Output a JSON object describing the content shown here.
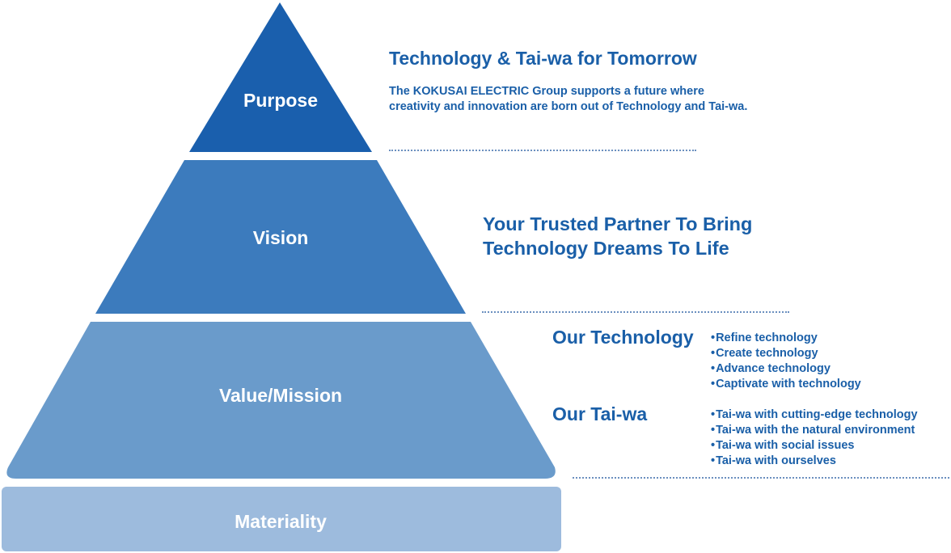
{
  "pyramid": {
    "tiers": [
      {
        "label": "Purpose",
        "color": "#1a5fad"
      },
      {
        "label": "Vision",
        "color": "#3c7bbd"
      },
      {
        "label": "Value/Mission",
        "color": "#6a9bcb"
      }
    ],
    "base": {
      "label": "Materiality",
      "color": "#9dbbdd"
    }
  },
  "purpose": {
    "title": "Technology & Tai-wa for Tomorrow",
    "desc_line1": "The KOKUSAI ELECTRIC Group supports a future where",
    "desc_line2": "creativity and innovation are born out of Technology and Tai-wa."
  },
  "vision": {
    "line1": "Your Trusted Partner To Bring",
    "line2": "Technology Dreams To Life"
  },
  "value_mission": {
    "technology": {
      "title": "Our Technology",
      "items": [
        "Refine technology",
        "Create technology",
        "Advance technology",
        "Captivate with technology"
      ]
    },
    "taiwa": {
      "title": "Our Tai-wa",
      "items": [
        "Tai-wa with cutting-edge technology",
        "Tai-wa with the natural environment",
        "Tai-wa with social issues",
        "Tai-wa with ourselves"
      ]
    }
  },
  "colors": {
    "text": "#1a5fa8",
    "divider": "#6b8fbf"
  }
}
